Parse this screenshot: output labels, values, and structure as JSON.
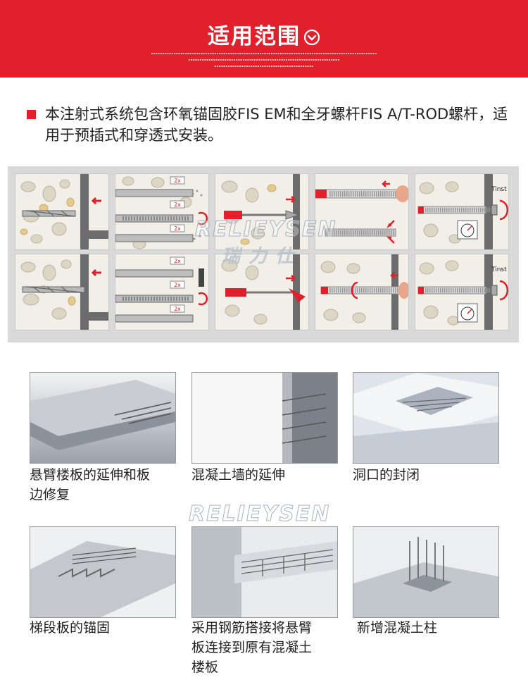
{
  "header": {
    "title": "适用范围",
    "chevron_icon": "chevron-down-circle-icon"
  },
  "intro": {
    "text": "本注射式系统包含环氧锚固胶FIS EM和全牙螺杆FIS A/T-ROD螺杆，适用于预插式和穿透式安装。"
  },
  "steps": {
    "row1": [
      {
        "labels": []
      },
      {
        "labels": [
          "2x",
          "2x",
          "2x"
        ]
      },
      {
        "labels": []
      },
      {
        "labels": []
      },
      {
        "labels": [
          "Tinst"
        ]
      }
    ],
    "row2": [
      {
        "labels": []
      },
      {
        "labels": [
          "2x",
          "2x",
          "2x"
        ]
      },
      {
        "labels": []
      },
      {
        "labels": []
      },
      {
        "labels": [
          "Tinst"
        ]
      }
    ]
  },
  "watermark": {
    "en": "RELIEYSEN",
    "cn": "瑞力仕"
  },
  "applications": [
    {
      "caption_lines": [
        "悬臂楼板的延伸和板",
        "边修复"
      ]
    },
    {
      "caption_lines": [
        "混凝土墙的延伸"
      ]
    },
    {
      "caption_lines": [
        "洞口的封闭"
      ]
    },
    {
      "caption_lines": [
        "梯段板的锚固"
      ]
    },
    {
      "caption_lines": [
        "采用钢筋搭接将悬臂",
        "板连接到原有混凝土",
        "楼板"
      ]
    },
    {
      "caption_lines": [
        "新增混凝土柱"
      ]
    }
  ],
  "colors": {
    "brand_red": "#e2202c"
  }
}
